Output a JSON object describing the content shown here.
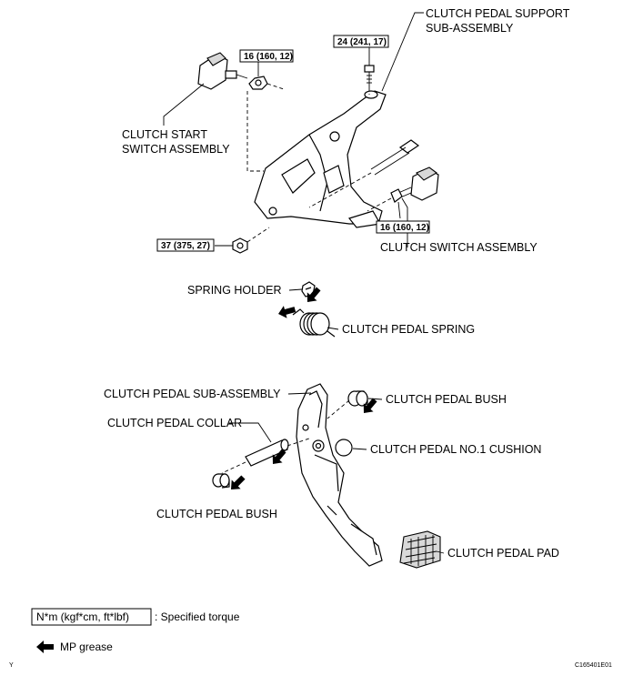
{
  "labels": {
    "support": [
      "CLUTCH PEDAL SUPPORT",
      "SUB-ASSEMBLY"
    ],
    "start_switch": [
      "CLUTCH START",
      "SWITCH ASSEMBLY"
    ],
    "clutch_switch": "CLUTCH SWITCH ASSEMBLY",
    "spring_holder": "SPRING HOLDER",
    "pedal_spring": "CLUTCH PEDAL SPRING",
    "pedal_sub": "CLUTCH PEDAL SUB-ASSEMBLY",
    "bush_upper": "CLUTCH PEDAL BUSH",
    "collar": "CLUTCH PEDAL COLLAR",
    "cushion": "CLUTCH PEDAL NO.1 CUSHION",
    "bush_lower": "CLUTCH PEDAL BUSH",
    "pad": "CLUTCH PEDAL PAD"
  },
  "torques": {
    "start_switch_nut": "16 (160, 12)",
    "support_bolt": "24 (241, 17)",
    "clutch_switch_nut": "16 (160, 12)",
    "pivot_nut": "37 (375, 27)"
  },
  "legend": {
    "torque_box": "N*m (kgf*cm, ft*lbf)",
    "torque_desc": ": Specified torque",
    "grease_desc": "MP grease"
  },
  "corner": {
    "left": "Y",
    "right": "C165401E01"
  }
}
